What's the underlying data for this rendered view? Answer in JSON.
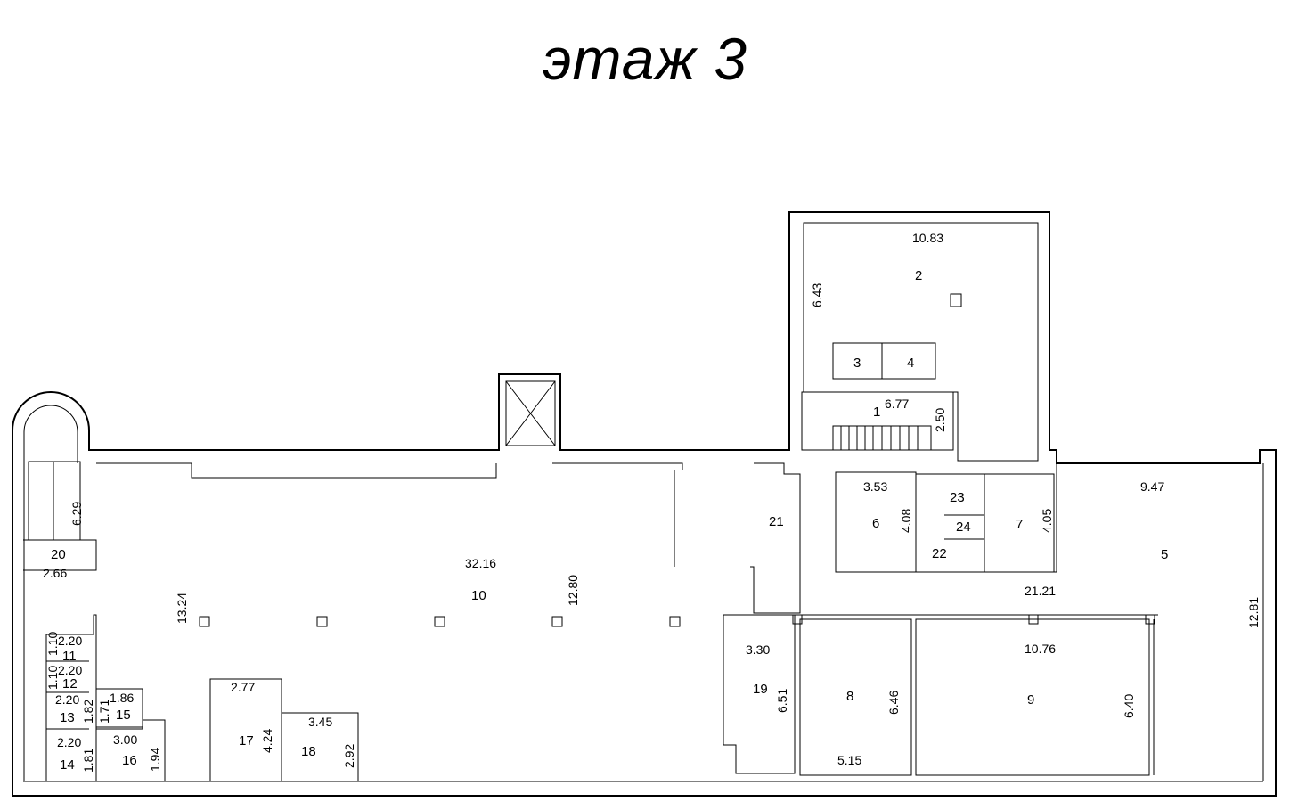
{
  "title": "этаж 3",
  "rooms": [
    {
      "num": "1",
      "area_labels": [
        "6.77",
        "2.50"
      ]
    },
    {
      "num": "2",
      "area_labels": [
        "10.83",
        "6.43"
      ]
    },
    {
      "num": "3",
      "area_labels": []
    },
    {
      "num": "4",
      "area_labels": []
    },
    {
      "num": "5",
      "area_labels": [
        "9.47",
        "12.81",
        "21.21"
      ]
    },
    {
      "num": "6",
      "area_labels": [
        "3.53",
        "4.08"
      ]
    },
    {
      "num": "7",
      "area_labels": [
        "4.05"
      ]
    },
    {
      "num": "8",
      "area_labels": [
        "6.46",
        "5.15"
      ]
    },
    {
      "num": "9",
      "area_labels": [
        "10.76",
        "6.40"
      ]
    },
    {
      "num": "10",
      "area_labels": [
        "32.16",
        "12.80",
        "13.24"
      ]
    },
    {
      "num": "11",
      "area_labels": [
        "2.20",
        "1.10"
      ]
    },
    {
      "num": "12",
      "area_labels": [
        "2.20",
        "1.10"
      ]
    },
    {
      "num": "13",
      "area_labels": [
        "2.20",
        "1.82"
      ]
    },
    {
      "num": "14",
      "area_labels": [
        "2.20",
        "1.81"
      ]
    },
    {
      "num": "15",
      "area_labels": [
        "1.86",
        "1.71"
      ]
    },
    {
      "num": "16",
      "area_labels": [
        "3.00",
        "1.94"
      ]
    },
    {
      "num": "17",
      "area_labels": [
        "2.77",
        "4.24"
      ]
    },
    {
      "num": "18",
      "area_labels": [
        "3.45",
        "2.92"
      ]
    },
    {
      "num": "19",
      "area_labels": [
        "3.30",
        "6.51"
      ]
    },
    {
      "num": "20",
      "area_labels": [
        "6.29",
        "2.66"
      ]
    },
    {
      "num": "21",
      "area_labels": []
    },
    {
      "num": "22",
      "area_labels": []
    },
    {
      "num": "23",
      "area_labels": []
    },
    {
      "num": "24",
      "area_labels": []
    }
  ]
}
